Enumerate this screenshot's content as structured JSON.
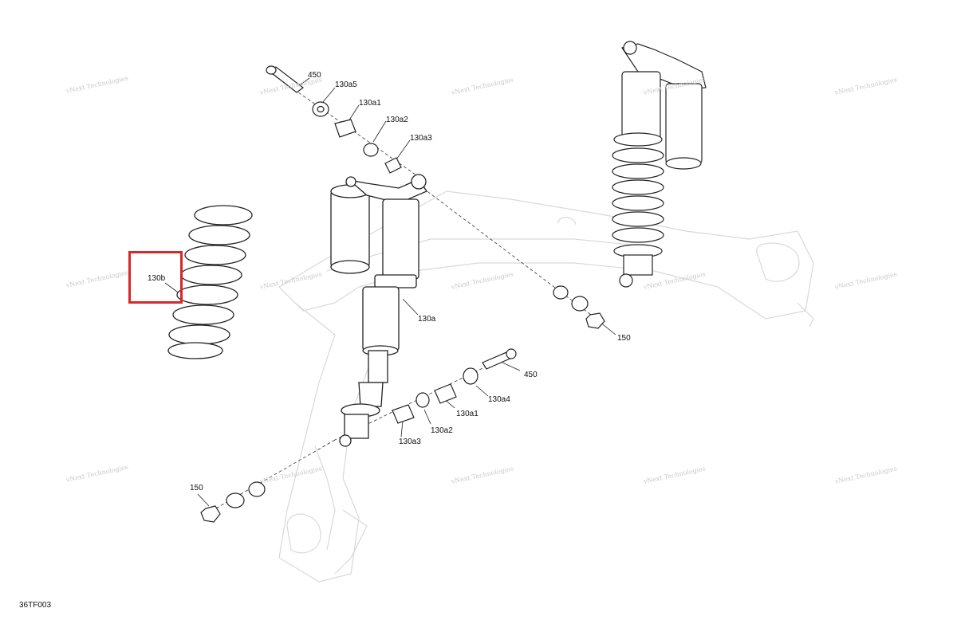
{
  "diagram": {
    "code": "36TF003",
    "watermark": {
      "line1": "vNext",
      "line2": "Technologies",
      "combined": "vNext Technologies"
    },
    "highlight_color": "#d62828",
    "callouts": {
      "c450_top": "450",
      "c130a5": "130a5",
      "c130a1_top": "130a1",
      "c130a2_top": "130a2",
      "c130a3_top": "130a3",
      "c130a": "130a",
      "c130b": "130b",
      "c150_right": "150",
      "c450_mid": "450",
      "c130a4": "130a4",
      "c130a1_mid": "130a1",
      "c130a2_mid": "130a2",
      "c130a3_mid": "130a3",
      "c150_left": "150"
    }
  }
}
